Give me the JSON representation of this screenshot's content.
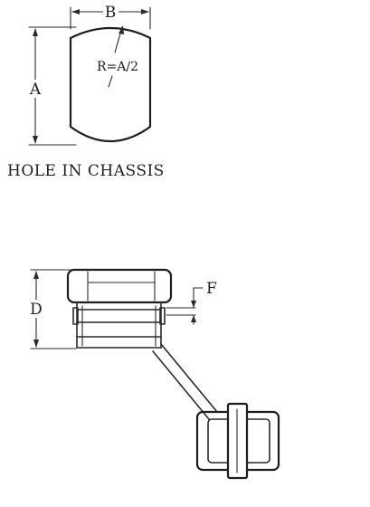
{
  "labels": {
    "dim_b": "B",
    "radius": "R=A/2",
    "dim_a": "A",
    "caption": "HOLE IN CHASSIS",
    "dim_d": "D",
    "dim_f": "F"
  },
  "colors": {
    "line": "#2a2a2a",
    "background": "#ffffff"
  }
}
